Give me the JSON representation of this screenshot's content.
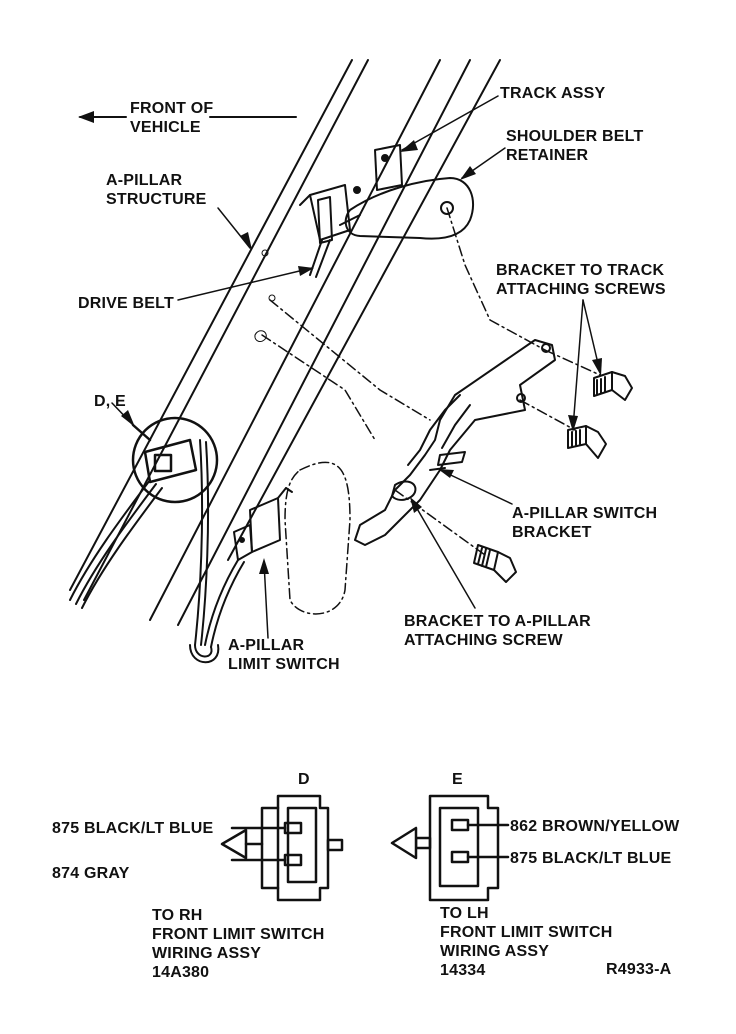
{
  "labels": {
    "front_of_vehicle": [
      "FRONT OF",
      "VEHICLE"
    ],
    "track_assy": "TRACK ASSY",
    "shoulder_belt_retainer": [
      "SHOULDER BELT",
      "RETAINER"
    ],
    "a_pillar_structure": [
      "A-PILLAR",
      "STRUCTURE"
    ],
    "bracket_to_track_screws": [
      "BRACKET TO TRACK",
      "ATTACHING SCREWS"
    ],
    "drive_belt": "DRIVE BELT",
    "connector_detail": "D, E",
    "a_pillar_switch_bracket": [
      "A-PILLAR SWITCH",
      "BRACKET"
    ],
    "bracket_to_a_pillar_screw": [
      "BRACKET TO A-PILLAR",
      "ATTACHING SCREW"
    ],
    "a_pillar_limit_switch": [
      "A-PILLAR",
      "LIMIT SWITCH"
    ]
  },
  "connector_d": {
    "letter": "D",
    "wire_top": "875 BLACK/LT BLUE",
    "wire_bottom": "874 GRAY",
    "caption": [
      "TO RH",
      "FRONT LIMIT SWITCH",
      "WIRING ASSY",
      "14A380"
    ]
  },
  "connector_e": {
    "letter": "E",
    "wire_top": "862 BROWN/YELLOW",
    "wire_bottom": "875 BLACK/LT BLUE",
    "caption": [
      "TO LH",
      "FRONT LIMIT SWITCH",
      "WIRING ASSY",
      "14334"
    ]
  },
  "figure_code": "R4933-A"
}
